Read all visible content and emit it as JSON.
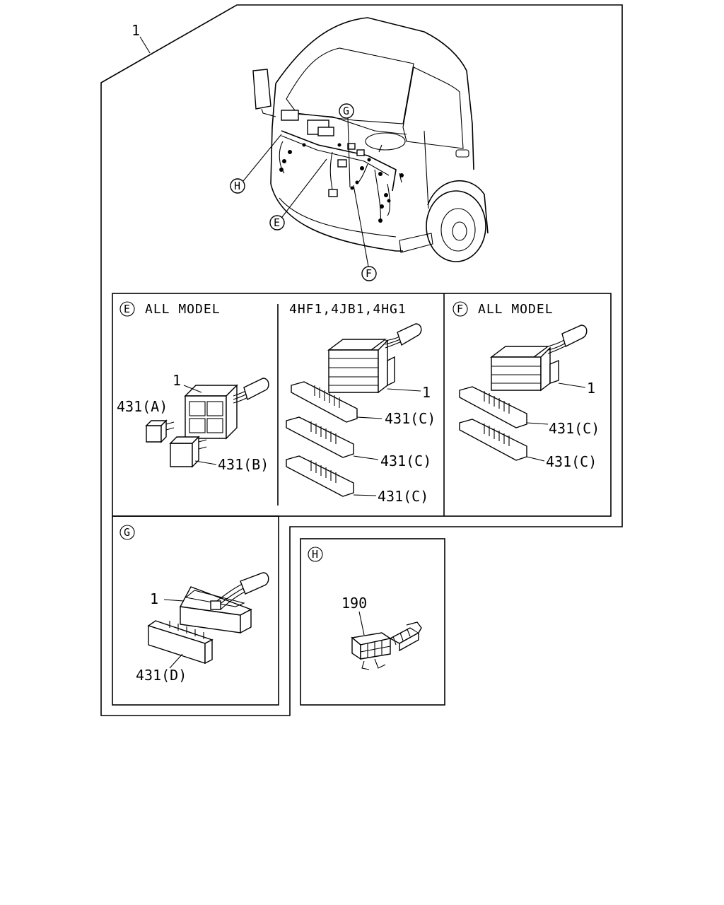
{
  "callouts": {
    "main_item": "1",
    "E": "E",
    "F": "F",
    "G": "G",
    "H": "H"
  },
  "panels": {
    "e_all_model": {
      "title": "ALL MODEL",
      "labels": {
        "item1": "1",
        "a": "431(A)",
        "b": "431(B)"
      }
    },
    "engines": {
      "title": "4HF1,4JB1,4HG1",
      "labels": {
        "item1": "1",
        "c1": "431(C)",
        "c2": "431(C)",
        "c3": "431(C)"
      }
    },
    "f_all_model": {
      "title": "ALL MODEL",
      "labels": {
        "item1": "1",
        "c1": "431(C)",
        "c2": "431(C)"
      }
    },
    "g": {
      "labels": {
        "item1": "1",
        "d": "431(D)"
      }
    },
    "h": {
      "labels": {
        "item190": "190"
      }
    }
  }
}
